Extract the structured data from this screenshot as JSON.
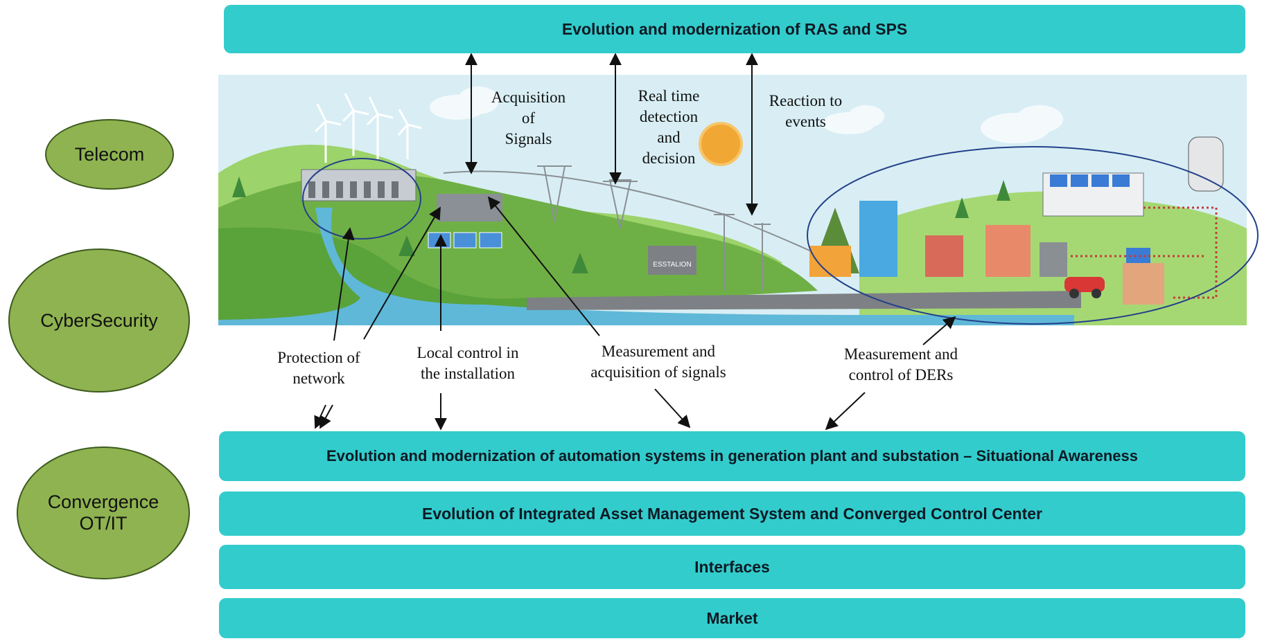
{
  "top_bar": "Evolution and modernization of RAS and SPS",
  "side_ellipses": {
    "telecom": "Telecom",
    "cybersecurity": "CyberSecurity",
    "convergence_line1": "Convergence",
    "convergence_line2": "OT/IT"
  },
  "scene_labels": {
    "acquisition": [
      "Acquisition",
      "of",
      "Signals"
    ],
    "realtime": [
      "Real time",
      "detection",
      "and",
      "decision"
    ],
    "reaction": [
      "Reaction to",
      "events"
    ],
    "substation_sign": "ESSTALION"
  },
  "lower_labels": {
    "protection": [
      "Protection of",
      "network"
    ],
    "local_control": [
      "Local control in",
      "the installation"
    ],
    "measurement_signals": [
      "Measurement and",
      "acquisition of signals"
    ],
    "measurement_ders": [
      "Measurement and",
      "control of DERs"
    ]
  },
  "bars": {
    "automation": "Evolution and modernization of automation systems in generation plant and substation – Situational Awareness",
    "asset_management": "Evolution of Integrated Asset Management System and Converged Control Center",
    "interfaces": "Interfaces",
    "market": "Market"
  },
  "colors": {
    "bar": "#33cccc",
    "ellipse": "#8fb350",
    "sky": "#d6ecf3",
    "hill": "#7fbf4d",
    "water": "#5fb8d8"
  }
}
